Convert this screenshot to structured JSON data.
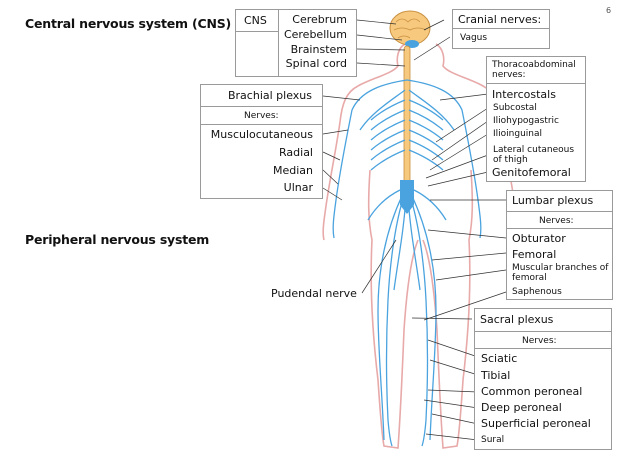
{
  "headings": {
    "cns": "Central nervous system (CNS)",
    "pns": "Peripheral nervous system",
    "page_number": "6"
  },
  "cns_box": {
    "tag": "CNS",
    "items": [
      "Cerebrum",
      "Cerebellum",
      "Brainstem",
      "Spinal cord"
    ]
  },
  "cranial": {
    "title": "Cranial nerves:",
    "items": [
      "Vagus"
    ]
  },
  "brachial": {
    "title": "Brachial plexus",
    "nerves_header": "Nerves:",
    "items": [
      "Musculocutaneous",
      "Radial",
      "Median",
      "Ulnar"
    ]
  },
  "thoraco": {
    "title": "Thoracoabdominal nerves:",
    "items": [
      "Intercostals",
      "Subcostal",
      "Iliohypogastric",
      "Ilioinguinal",
      "Lateral cutaneous of thigh",
      "Genitofemoral"
    ]
  },
  "lumbar": {
    "title": "Lumbar plexus",
    "nerves_header": "Nerves:",
    "items": [
      "Obturator",
      "Femoral",
      "Muscular branches of femoral",
      "Saphenous"
    ]
  },
  "pudendal": "Pudendal nerve",
  "sacral": {
    "title": "Sacral plexus",
    "nerves_header": "Nerves:",
    "items": [
      "Sciatic",
      "Tibial",
      "Common peroneal",
      "Deep peroneal",
      "Superficial peroneal",
      "Sural"
    ]
  },
  "colors": {
    "nerve": "#4aa3df",
    "spinal_cord": "#f7c97e",
    "skin_outline": "#e8a9a9",
    "box_border": "#9a9a9a"
  }
}
